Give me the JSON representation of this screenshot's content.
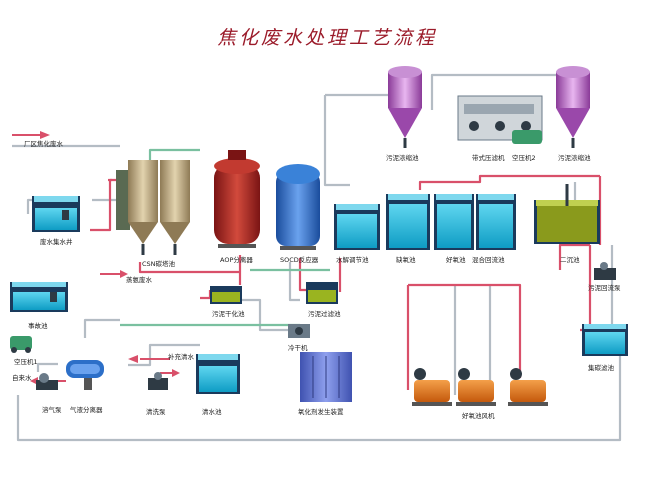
{
  "title": "焦化废水处理工艺流程",
  "inflows": {
    "plant_wastewater": "厂区焦化废水",
    "stripper_water": "蒸氨废水",
    "tap_water": "自来水",
    "makeup_water": "补充清水"
  },
  "units": {
    "raw_sump": "废水集水井",
    "accident_tank": "事故池",
    "air_compressor_1": "空压机1",
    "gas_pump": "溶气泵",
    "gas_liquid_separator": "气液分离器",
    "clean_pump": "清洗泵",
    "clean_tank": "清水池",
    "csn_tower": "CSN碳塔池",
    "aop_separator": "AOP分离器",
    "socd_reactor": "SOCD反应器",
    "sludge_thickener_left": "污泥浓缩池",
    "belt_press": "带式压滤机",
    "air_compressor_2": "空压机2",
    "sludge_thickener_right": "污泥浓缩池",
    "equalization_tank": "水解调节池",
    "anoxic_tank": "缺氧池",
    "aerobic_tank": "好氧池",
    "mixed_reflux_tank": "混合回流池",
    "secondary_clarifier": "二沉池",
    "sludge_return_pump": "污泥回流泵",
    "sludge_dryer_tank": "污泥干化池",
    "sludge_filter_tank": "污泥过滤池",
    "cooler": "冷干机",
    "ozone_generator": "氧化剂发生装置",
    "aeration_blowers": "好氧池风机",
    "carbon_filter_tank": "集碳滤池"
  },
  "colors": {
    "title": "#9b1b2a",
    "water_tank": "#19b6d8",
    "pipe_red": "#d9506a",
    "pipe_gray": "#b4bcc4",
    "pipe_green": "#7ac0a0",
    "csn": "#b8a07a",
    "aop": "#b02828",
    "socd": "#2c6fc8",
    "sludge_hopper": "#b25fc0",
    "blower": "#e07a1c",
    "clarifier": "#8a9a1c",
    "cabinet": "#5a6fd0"
  }
}
